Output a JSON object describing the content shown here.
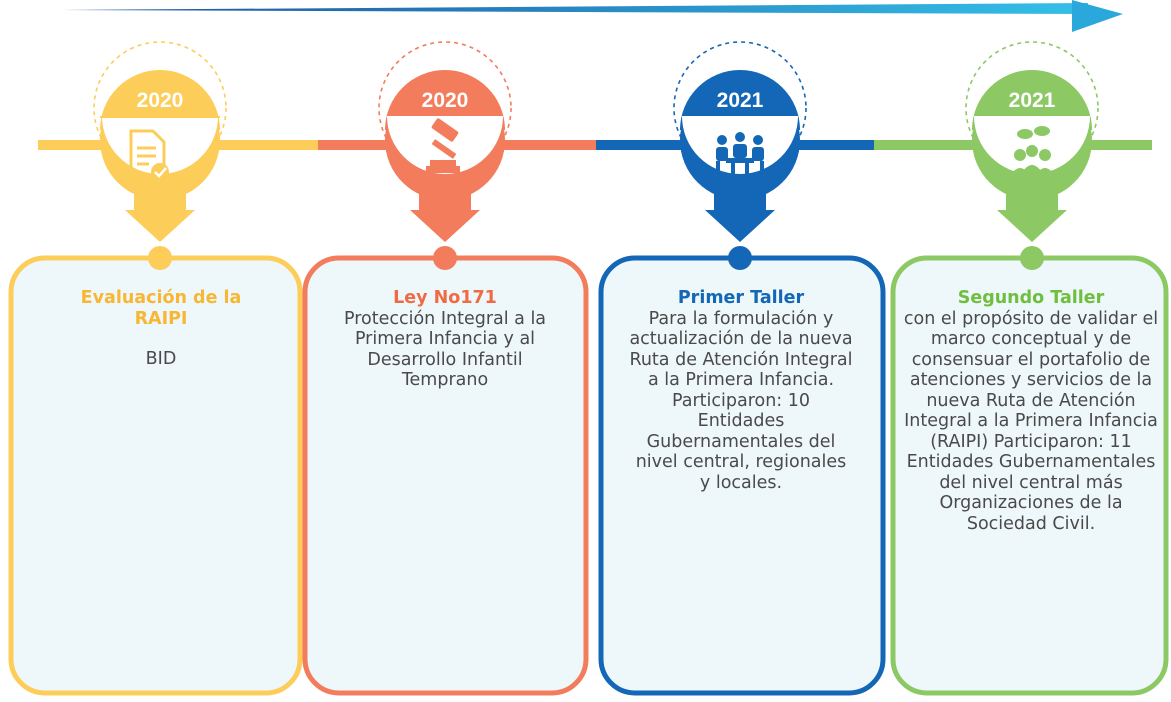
{
  "colors": {
    "yellow": "#fdcd5a",
    "orange": "#f27c5c",
    "blue": "#1467b6",
    "green": "#8cc864",
    "card_fill": "#eef7fa",
    "arrow_start": "#1c4f9c",
    "arrow_end": "#34c0e8"
  },
  "milestones": [
    {
      "year": "2020",
      "icon": "document-check-icon",
      "title": "Evaluación de la RAIPI",
      "body": "BID"
    },
    {
      "year": "2020",
      "icon": "gavel-icon",
      "title": "Ley No171",
      "body": "Protección Integral a la Primera Infancia y al Desarrollo Infantil Temprano"
    },
    {
      "year": "2021",
      "icon": "meeting-icon",
      "title": "Primer Taller",
      "body": "Para la formulación y actualización de la nueva Ruta de Atención Integral a la Primera Infancia. Participaron: 10 Entidades Gubernamentales del nivel central, regionales y locales."
    },
    {
      "year": "2021",
      "icon": "discussion-group-icon",
      "title": "Segundo Taller",
      "body": "con el propósito de validar el marco conceptual y de consensuar el portafolio de atenciones y servicios de la nueva Ruta de Atención Integral a la Primera Infancia (RAIPI) Participaron: 11 Entidades Gubernamentales del nivel central más Organizaciones de la Sociedad Civil."
    }
  ]
}
